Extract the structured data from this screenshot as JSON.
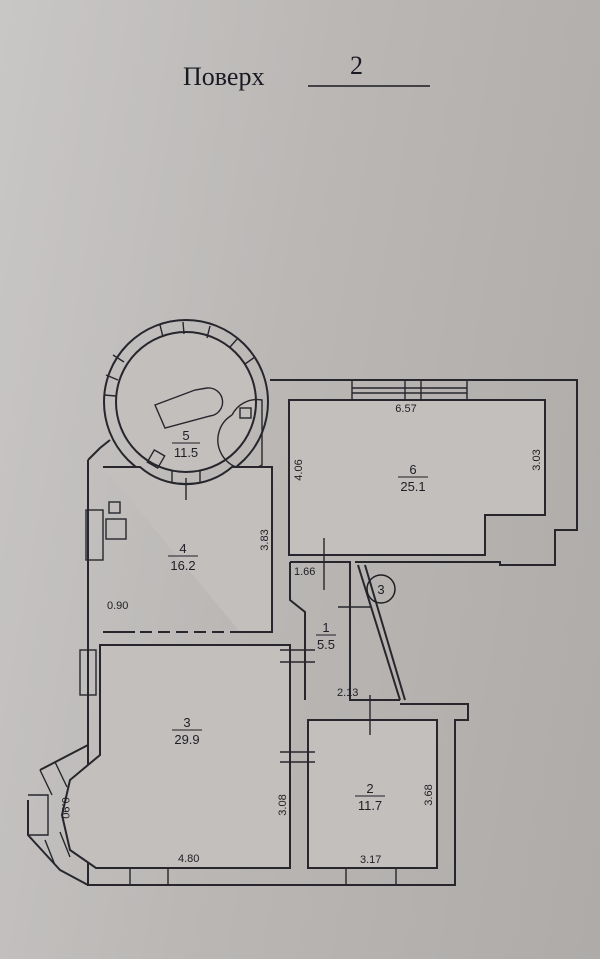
{
  "header": {
    "label": "Поверх",
    "floor_number": "2"
  },
  "rooms": [
    {
      "number": "1",
      "area": "5.5"
    },
    {
      "number": "2",
      "area": "11.7"
    },
    {
      "number": "3",
      "area": "29.9"
    },
    {
      "number": "4",
      "area": "16.2"
    },
    {
      "number": "5",
      "area": "11.5"
    },
    {
      "number": "6",
      "area": "25.1"
    }
  ],
  "dimensions": {
    "room6_width": "6.57",
    "room6_left": "4.06",
    "room6_right": "3.03",
    "room4_right": "3.83",
    "room4_left_bottom": "0.90",
    "corridor_width": "1.66",
    "hall_width": "2.13",
    "room3_bottom": "4.80",
    "room3_right": "3.08",
    "room3_bay": "0.90",
    "room2_bottom": "3.17",
    "room2_right": "3.68"
  },
  "marker": {
    "label": "3"
  }
}
